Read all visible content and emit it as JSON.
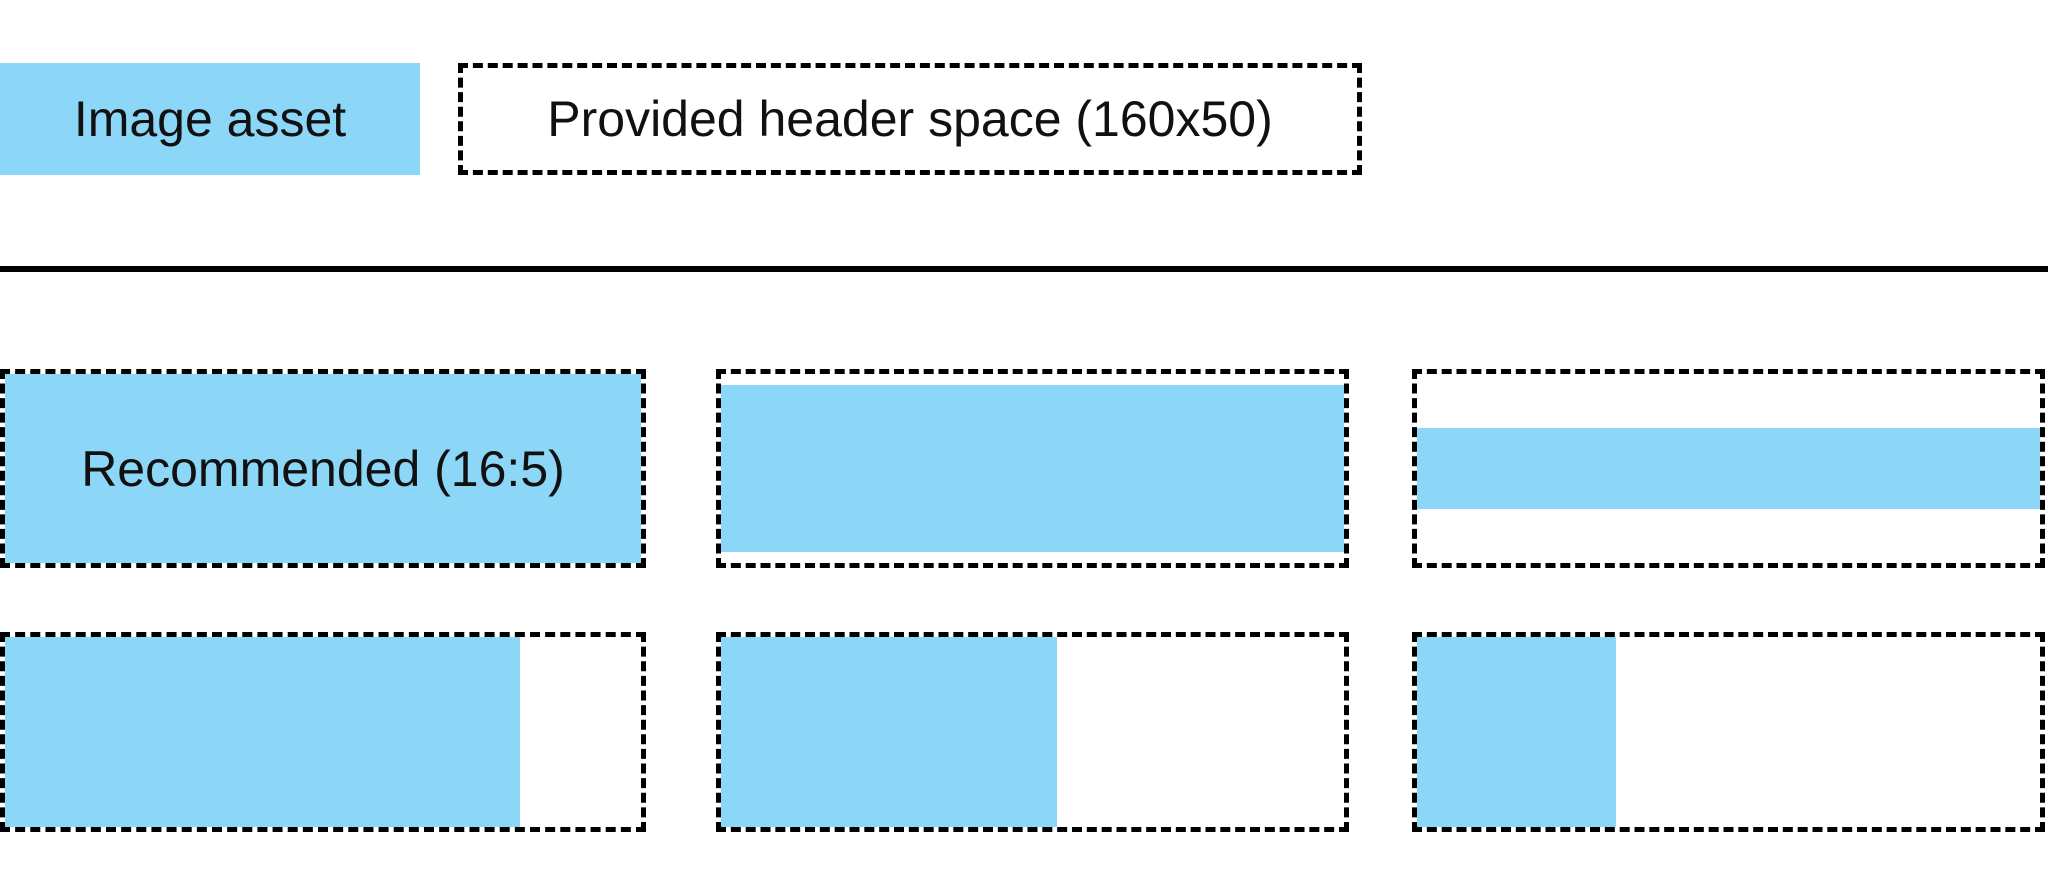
{
  "legend": {
    "asset_label": "Image asset",
    "space_label": "Provided header space (160x50)"
  },
  "examples": {
    "items": [
      {
        "name": "recommended-16-5",
        "label": "Recommended (16:5)",
        "fill_width_pct": 100,
        "fill_height_pct": 100
      },
      {
        "name": "wide-asset-fits-width",
        "label": "",
        "fill_width_pct": 100,
        "fill_height_pct": 88
      },
      {
        "name": "very-wide-asset-letterboxed",
        "label": "",
        "fill_width_pct": 100,
        "fill_height_pct": 43
      },
      {
        "name": "tall-asset-fits-height-81",
        "label": "",
        "fill_width_pct": 81,
        "fill_height_pct": 100
      },
      {
        "name": "taller-asset-fits-height-54",
        "label": "",
        "fill_width_pct": 54,
        "fill_height_pct": 100
      },
      {
        "name": "tallest-asset-fits-height-32",
        "label": "",
        "fill_width_pct": 32,
        "fill_height_pct": 100
      }
    ]
  },
  "colors": {
    "asset_blue": "#8CD6F7",
    "line_black": "#000000"
  }
}
